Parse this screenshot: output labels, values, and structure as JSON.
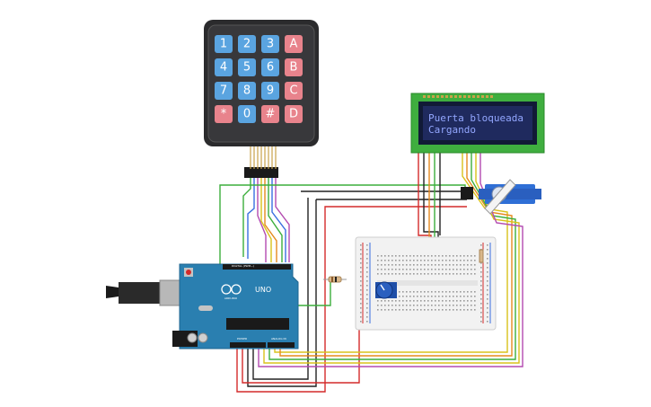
{
  "keypad": {
    "keys": [
      {
        "label": "1",
        "kind": "num"
      },
      {
        "label": "2",
        "kind": "num"
      },
      {
        "label": "3",
        "kind": "num"
      },
      {
        "label": "A",
        "kind": "letter"
      },
      {
        "label": "4",
        "kind": "num"
      },
      {
        "label": "5",
        "kind": "num"
      },
      {
        "label": "6",
        "kind": "num"
      },
      {
        "label": "B",
        "kind": "letter"
      },
      {
        "label": "7",
        "kind": "num"
      },
      {
        "label": "8",
        "kind": "num"
      },
      {
        "label": "9",
        "kind": "num"
      },
      {
        "label": "C",
        "kind": "letter"
      },
      {
        "label": "*",
        "kind": "letter"
      },
      {
        "label": "0",
        "kind": "num"
      },
      {
        "label": "#",
        "kind": "letter"
      },
      {
        "label": "D",
        "kind": "letter"
      }
    ],
    "colors": {
      "num": "#5aa4e0",
      "letter": "#e8838c",
      "body": "#2b2b2d"
    }
  },
  "lcd": {
    "line1": "Puerta bloqueada",
    "line2": "Cargando",
    "colors": {
      "pcb": "#3fae3f",
      "screen": "#1f2a5e"
    }
  },
  "arduino": {
    "brand_text": "UNO",
    "logo_text": "ARDUINO",
    "digital_label": "DIGITAL (PWM~)",
    "analog_label": "ANALOG IN",
    "power_label": "POWER",
    "board_color": "#2a7fb0"
  },
  "servo": {
    "body_color": "#2f6fd6"
  },
  "wire_colors": {
    "red": "#d42a2a",
    "black": "#222222",
    "green": "#3cae3c",
    "orange": "#e58a1f",
    "yellow": "#d9c21b",
    "purple": "#b34ab0",
    "blue": "#3a6fe0",
    "brown": "#8b5a2b"
  }
}
